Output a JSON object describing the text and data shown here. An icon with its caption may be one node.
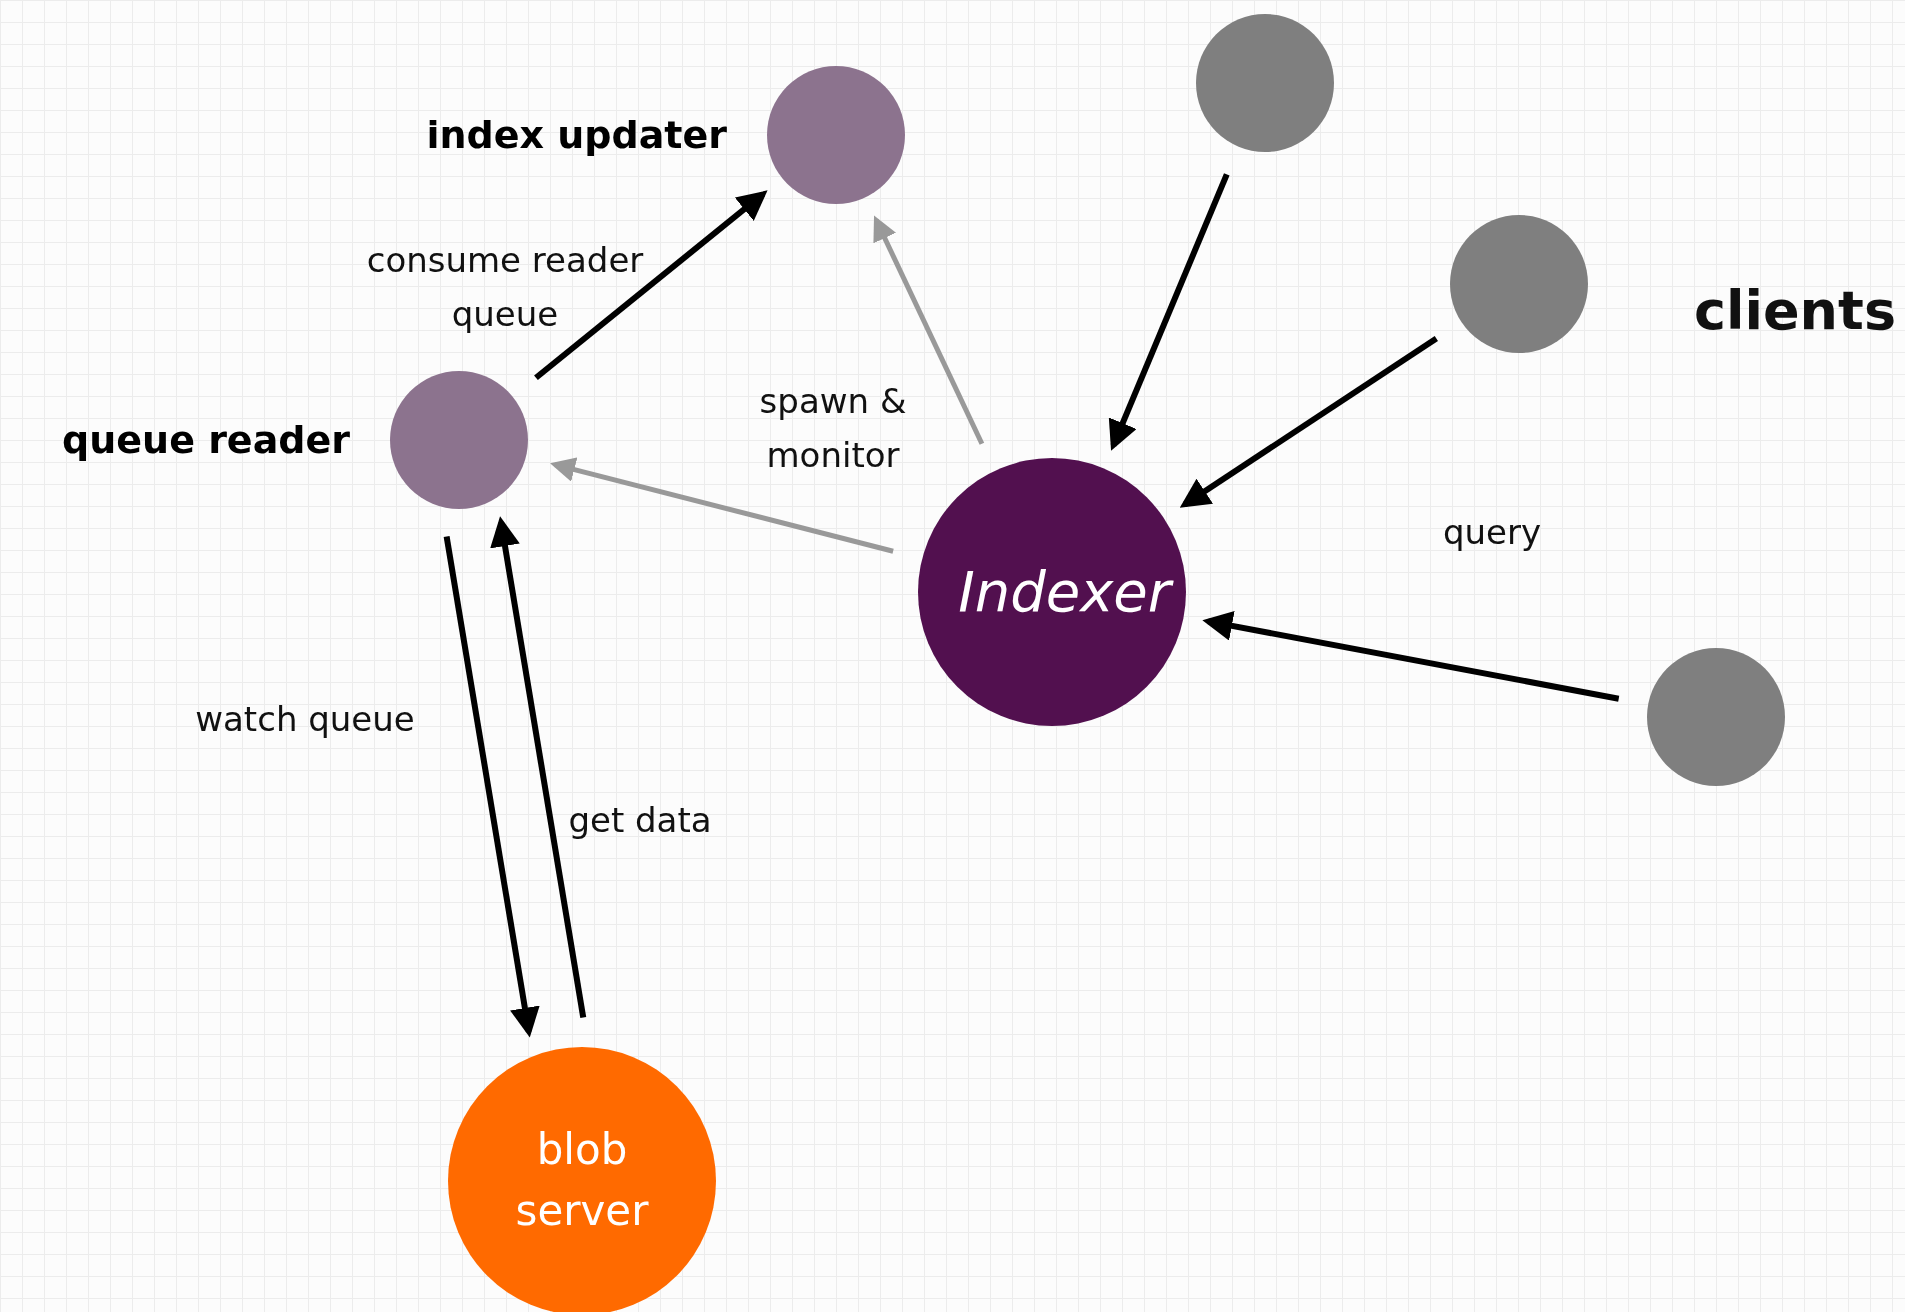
{
  "diagram": {
    "nodes": [
      {
        "text": [
          "index updater"
        ]
      },
      {
        "text": [
          "queue reader"
        ]
      },
      {
        "text": [
          "Indexer"
        ]
      },
      {
        "text": [
          "blob server"
        ]
      },
      {
        "text": [],
        "shape": "circle"
      },
      {
        "text": [],
        "shape": "circle"
      },
      {
        "text": [],
        "shape": "circle"
      }
    ],
    "edges": [
      {
        "from": 1,
        "to": 0,
        "arrow": "to",
        "label": "consume reader queue"
      },
      {
        "from": 2,
        "to": 0,
        "arrow": "to",
        "color": "#999999"
      },
      {
        "from": 2,
        "to": 1,
        "arrow": "to",
        "color": "#999999",
        "label": "spawn & monitor"
      },
      {
        "from": 1,
        "to": 3,
        "arrow": "to",
        "label": "watch queue"
      },
      {
        "from": 3,
        "to": 1,
        "arrow": "to",
        "label": "get data"
      },
      {
        "from": 4,
        "to": 2,
        "arrow": "to"
      },
      {
        "from": 5,
        "to": 2,
        "arrow": "to"
      },
      {
        "from": 6,
        "to": 2,
        "arrow": "to",
        "label": "query"
      }
    ],
    "labels": [
      "clients"
    ]
  }
}
